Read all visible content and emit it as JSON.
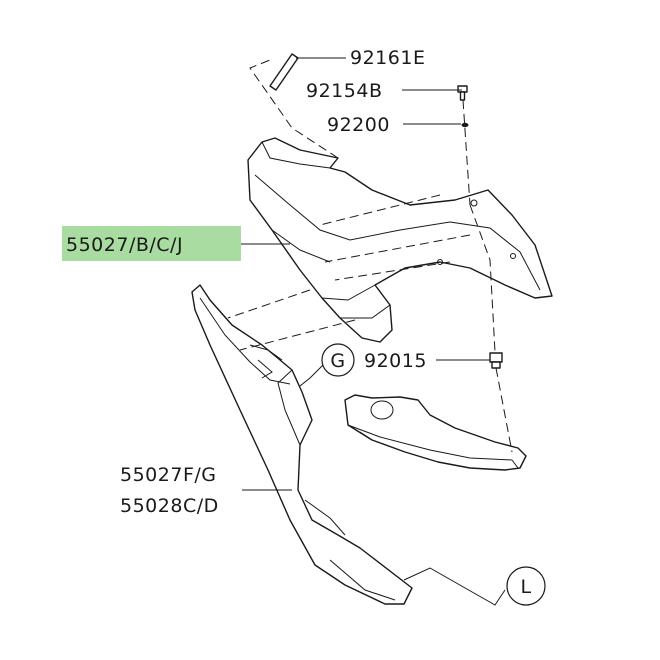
{
  "labels": {
    "p92161e": "92161E",
    "p92154b": "92154B",
    "p92200": "92200",
    "p55027bcj": "55027/B/C/J",
    "p92015": "92015",
    "p55027fg": "55027F/G",
    "p55028cd": "55028C/D"
  },
  "callouts": {
    "g": "G",
    "l": "L"
  },
  "colors": {
    "highlight": "#a9dca0",
    "line": "#1a1a1a"
  }
}
